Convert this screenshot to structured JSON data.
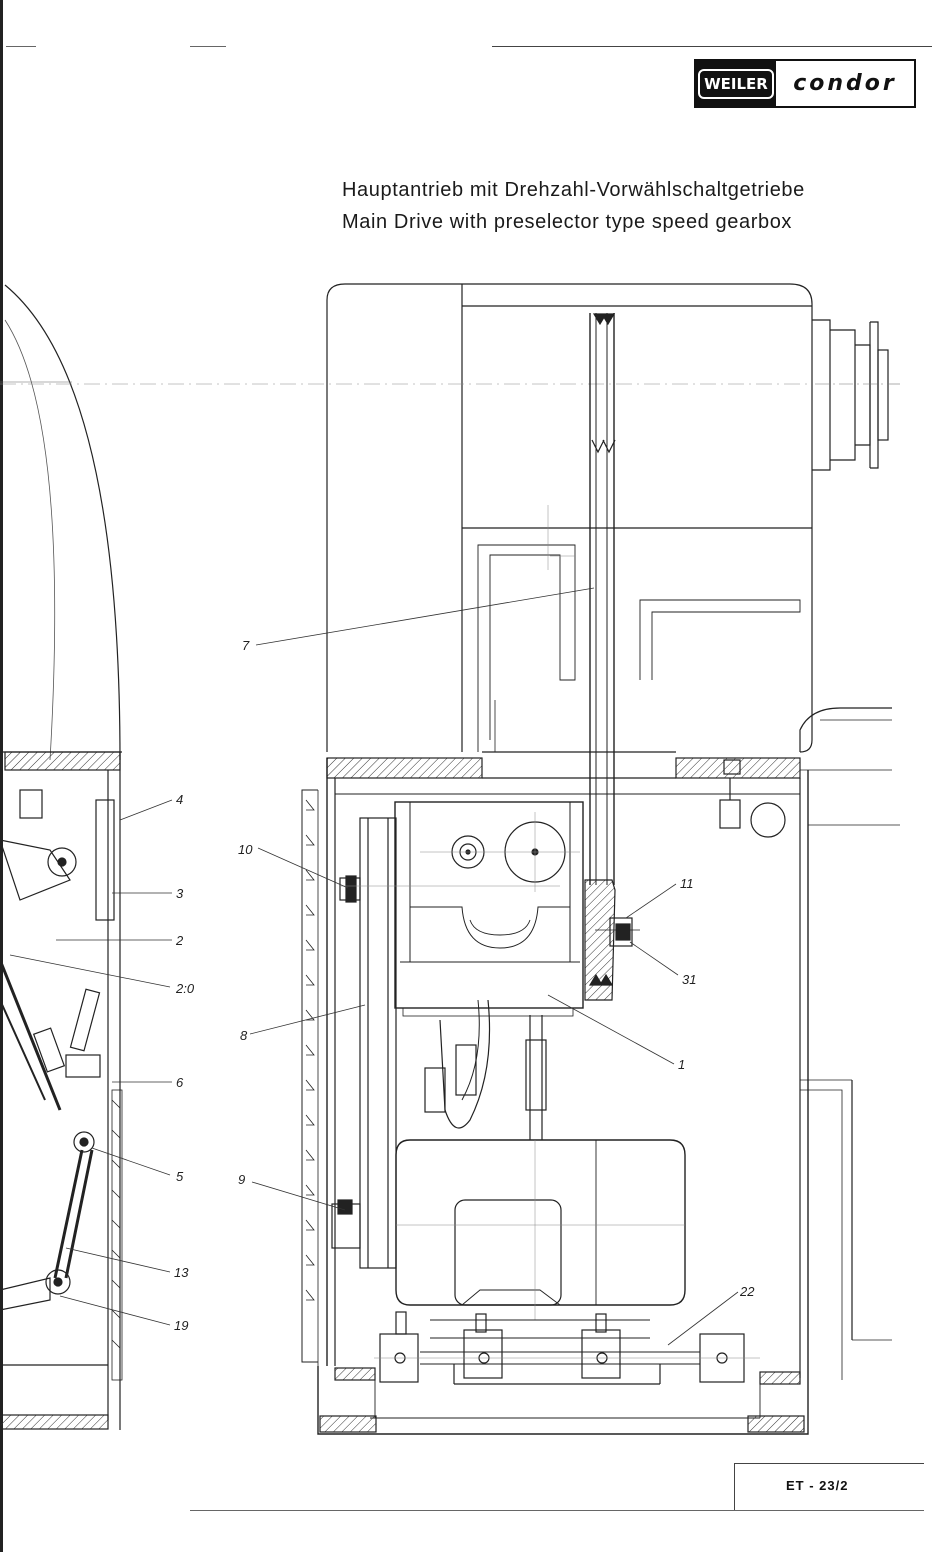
{
  "logo": {
    "brand_left": "WEILER",
    "brand_right": "condor"
  },
  "title": {
    "german": "Hauptantrieb mit Drehzahl-Vorwählschaltgetriebe",
    "english": "Main Drive with preselector type speed gearbox"
  },
  "callouts": {
    "c1": "1",
    "c2": "2",
    "c2d": "2:0",
    "c3": "3",
    "c4": "4",
    "c5": "5",
    "c6": "6",
    "c7": "7",
    "c8": "8",
    "c9": "9",
    "c10": "10",
    "c11": "11",
    "c13": "13",
    "c19": "19",
    "c22": "22",
    "c31": "31"
  },
  "footer": {
    "code": "ET - 23/2"
  }
}
